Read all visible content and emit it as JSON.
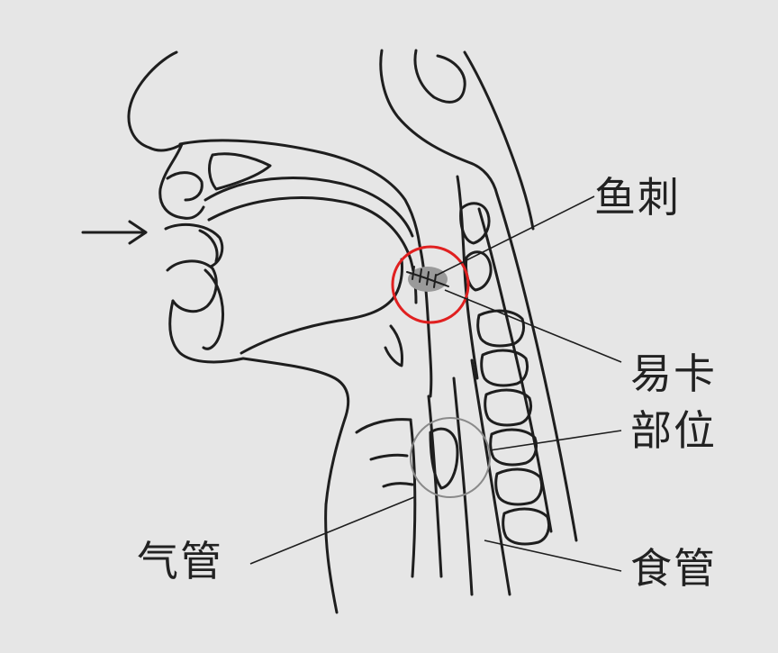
{
  "labels": {
    "fish_bone": "鱼刺",
    "easy_stuck_line1": "易卡",
    "easy_stuck_line2": "部位",
    "trachea": "气管",
    "esophagus": "食管"
  },
  "colors": {
    "background": "#e6e6e6",
    "outline": "#1e1e1e",
    "highlight_circle": "#e02020",
    "secondary_circle": "#8a8a8a",
    "fish_bone_fill": "#9a9a9a"
  },
  "icons": {
    "airflow_arrow": "arrow-right-icon",
    "fish_bone": "fish-bone-icon"
  }
}
